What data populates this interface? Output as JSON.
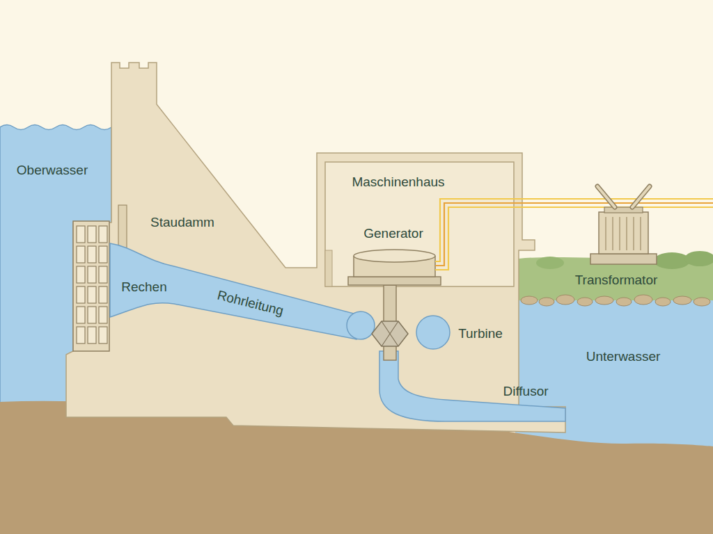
{
  "diagram": {
    "labels": [
      "Oberwasser",
      "Staudamm",
      "Maschinenhaus",
      "Generator",
      "Rechen",
      "Rohrleitung",
      "Turbine",
      "Transformator",
      "Unterwasser",
      "Diffusor"
    ]
  }
}
